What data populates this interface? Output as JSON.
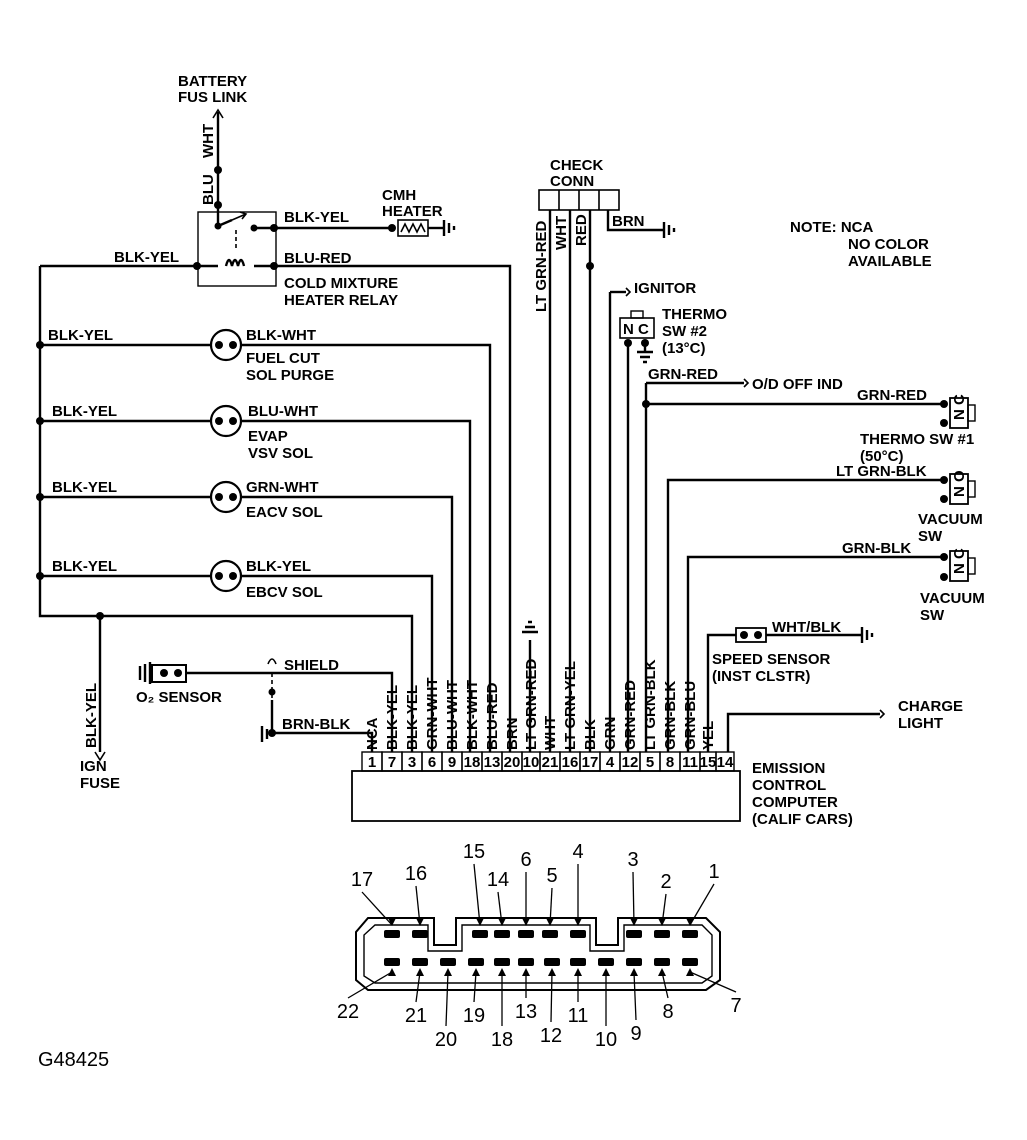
{
  "figure_id": "G48425",
  "note": [
    "NOTE:  NCA",
    "NO COLOR",
    "AVAILABLE"
  ],
  "top": {
    "battery": [
      "BATTERY",
      "FUS LINK"
    ],
    "wht": "WHT",
    "blu": "BLU",
    "blk_yel_relay_out": "BLK-YEL",
    "blk_yel_relay_in": "BLK-YEL",
    "blu_red": "BLU-RED",
    "cmh_heater": [
      "CMH",
      "HEATER"
    ],
    "relay": [
      "COLD MIXTURE",
      "HEATER RELAY"
    ]
  },
  "check_conn": {
    "label": [
      "CHECK",
      "CONN"
    ],
    "brn": "BRN",
    "wires": [
      "LT GRN-RED",
      "WHT",
      "RED"
    ]
  },
  "solenoids": [
    {
      "feed": "BLK-YEL",
      "wire": "BLK-WHT",
      "label": [
        "FUEL CUT",
        "SOL PURGE"
      ]
    },
    {
      "feed": "BLK-YEL",
      "wire": "BLU-WHT",
      "label": [
        "EVAP",
        "VSV SOL"
      ]
    },
    {
      "feed": "BLK-YEL",
      "wire": "GRN-WHT",
      "label": [
        "EACV SOL"
      ]
    },
    {
      "feed": "BLK-YEL",
      "wire": "BLK-YEL",
      "label": [
        "EBCV SOL"
      ]
    }
  ],
  "right": {
    "ignitor": "IGNITOR",
    "thermo2": [
      "THERMO",
      "SW #2",
      "(13°C)"
    ],
    "nc": "N C",
    "grn_red_top": "GRN-RED",
    "od_off": "O/D OFF IND",
    "grn_red_sw": "GRN-RED",
    "thermo1": [
      "THERMO SW #1",
      "(50°C)"
    ],
    "lt_grn_blk": "LT GRN-BLK",
    "vacuum1": [
      "VACUUM",
      "SW"
    ],
    "grn_blk": "GRN-BLK",
    "vacuum2": [
      "VACUUM",
      "SW"
    ],
    "wht_blk": "WHT/BLK",
    "speed": [
      "SPEED SENSOR",
      "(INST CLSTR)"
    ],
    "charge": [
      "CHARGE",
      "LIGHT"
    ],
    "sw_letters": [
      "N",
      "C",
      "N",
      "O",
      "N",
      "C"
    ]
  },
  "left": {
    "shield": "SHIELD",
    "o2": "O₂ SENSOR",
    "brn_blk": "BRN-BLK",
    "blk_yel": "BLK-YEL",
    "ign": [
      "IGN",
      "FUSE"
    ]
  },
  "ecu": {
    "label": [
      "EMISSION",
      "CONTROL",
      "COMPUTER",
      "(CALIF CARS)"
    ],
    "pins": [
      {
        "wire": "NCA",
        "pin": "1"
      },
      {
        "wire": "BLK-YEL",
        "pin": "7"
      },
      {
        "wire": "BLK-YEL",
        "pin": "3"
      },
      {
        "wire": "GRN-WHT",
        "pin": "6"
      },
      {
        "wire": "BLU-WHT",
        "pin": "9"
      },
      {
        "wire": "BLK-WHT",
        "pin": "18"
      },
      {
        "wire": "BLU-RED",
        "pin": "13"
      },
      {
        "wire": "BRN",
        "pin": "20"
      },
      {
        "wire": "LT GRN-RED",
        "pin": "10"
      },
      {
        "wire": "WHT",
        "pin": "21"
      },
      {
        "wire": "LT GRN-YEL",
        "pin": "16"
      },
      {
        "wire": "BLK",
        "pin": "17"
      },
      {
        "wire": "GRN",
        "pin": "4"
      },
      {
        "wire": "GRN-RED",
        "pin": "12"
      },
      {
        "wire": "LT GRN-BLK",
        "pin": "5"
      },
      {
        "wire": "GRN-BLK",
        "pin": "8"
      },
      {
        "wire": "GRN-BLU",
        "pin": "11"
      },
      {
        "wire": "YEL",
        "pin": "15"
      },
      {
        "wire": "",
        "pin": "14"
      }
    ]
  },
  "connector_face": {
    "top_labels": [
      "17",
      "16",
      "15",
      "14",
      "6",
      "5",
      "4",
      "3",
      "2",
      "1"
    ],
    "bottom_labels": [
      "22",
      "21",
      "20",
      "19",
      "18",
      "13",
      "12",
      "11",
      "10",
      "9",
      "8",
      "7"
    ]
  }
}
